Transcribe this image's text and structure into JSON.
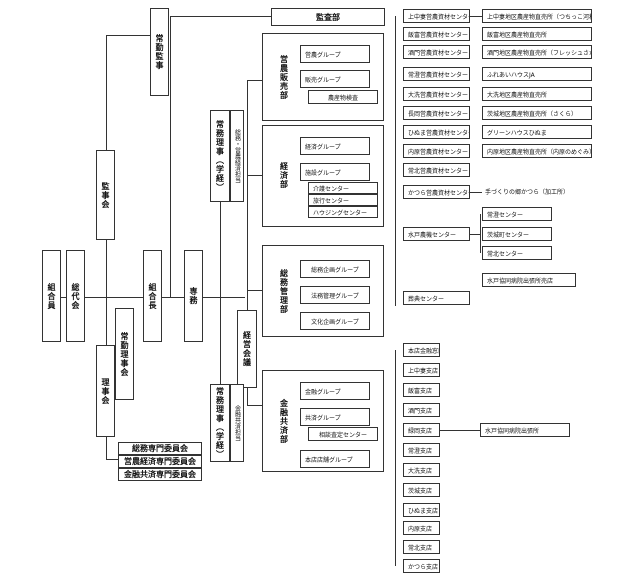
{
  "nodes": {
    "kumiaiin": "組合員",
    "sodaikai": "総代会",
    "rijikai": "理事会",
    "kanjikai": "監事会",
    "jokin_kanji": "常勤監事",
    "kansabu": "監査部",
    "kumiaicho": "組合長",
    "jokin_rijikai": "常勤理事会",
    "senmu": "専務",
    "keiei_kaigi": "経営会議",
    "joumu_gakkei_1": "常務理事（学経）",
    "joumu_sub_1": "総務・営農経済担当",
    "joumu_gakkei_2": "常務理事（学経）",
    "joumu_sub_2": "金融共済担当",
    "committee_1": "総務専門委員会",
    "committee_2": "営農経済専門委員会",
    "committee_3": "金融共済専門委員会"
  },
  "departments": [
    {
      "name": "営農販売部",
      "groups": [
        "営農グループ",
        "販売グループ"
      ],
      "subs": [
        "農産物検査"
      ]
    },
    {
      "name": "経済部",
      "groups": [
        "経済グループ",
        "施設グループ"
      ],
      "subs": [
        "介護センター",
        "旅行センター",
        "ハウジングセンター"
      ]
    },
    {
      "name": "総務管理部",
      "groups": [
        "総務企画グループ",
        "法務管理グループ",
        "文化企画グループ"
      ]
    },
    {
      "name": "金融共済部",
      "groups": [
        "金融グループ",
        "共済グループ",
        "本店店舗グループ"
      ],
      "subs": [
        "相談査定センター"
      ]
    }
  ],
  "centers": [
    "上中妻営農資材センター",
    "飯富営農資材センター",
    "酒門営農資材センター",
    "常澄営農資材センター",
    "大洗営農資材センター",
    "長岡営農資材センター",
    "ひぬま営農資材センター",
    "内原営農資材センター",
    "常北営農資材センター",
    "かつら営農資材センター",
    "水戸農機センター",
    "水戸協同病院出張所売店",
    "葬典センター"
  ],
  "center_children": [
    "上中妻地区農産物直売所（つちっこ河和田）",
    "飯富地区農産物直売所",
    "酒門地区農産物直売所（フレッシュさかど）",
    "ふれあいハウスJA",
    "大洗地区農産物直売所",
    "茨城地区農産物直売所（さくら）",
    "グリーンハウスひぬま",
    "内原地区農産物直売所（内原のめぐみ）",
    "手づくりの郷かつら（加工所）"
  ],
  "noki_children": [
    "常澄センター",
    "茨城町センター",
    "常北センター"
  ],
  "branches": [
    "本店金融窓口",
    "上中妻支店",
    "飯富支店",
    "酒門支店",
    "緑岡支店",
    "常澄支店",
    "大洗支店",
    "茨城支店",
    "ひぬま支店",
    "内原支店",
    "常北支店",
    "かつら支店"
  ],
  "branch_child": "水戸協同病院出張所"
}
